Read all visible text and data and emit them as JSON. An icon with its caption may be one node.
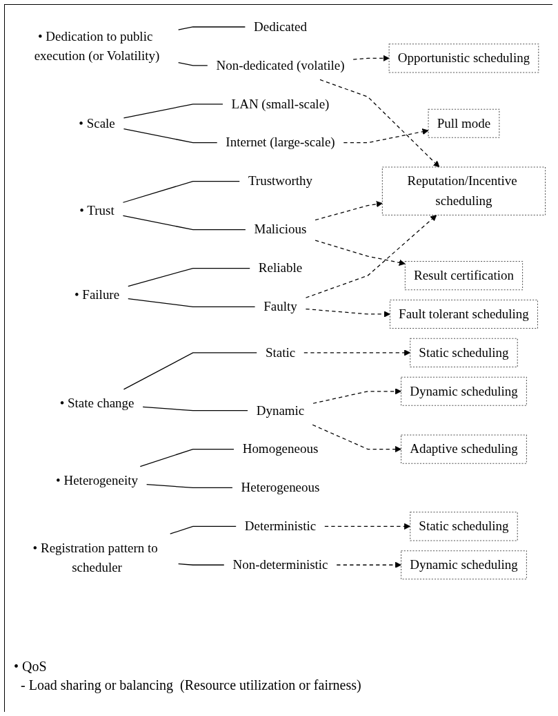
{
  "diagram": {
    "nodes": [
      {
        "text": [
          "• Dedication to public execution (or Volatility)"
        ]
      },
      {
        "text": [
          "Dedicated"
        ]
      },
      {
        "text": [
          "Non-dedicated (volatile)"
        ]
      },
      {
        "text": [
          "Opportunistic scheduling"
        ]
      },
      {
        "text": [
          "Reputation/Incentive scheduling"
        ]
      },
      {
        "text": [
          "• Scale"
        ]
      },
      {
        "text": [
          "LAN (small-scale)"
        ]
      },
      {
        "text": [
          "Internet (large-scale)"
        ]
      },
      {
        "text": [
          "Pull mode"
        ]
      },
      {
        "text": [
          "• State change"
        ]
      },
      {
        "text": [
          "Static"
        ]
      },
      {
        "text": [
          "Dynamic"
        ]
      },
      {
        "text": [
          "Static scheduling"
        ]
      },
      {
        "text": [
          "Dynamic scheduling"
        ]
      },
      {
        "text": [
          "Adaptive scheduling"
        ]
      },
      {
        "text": [
          "• Trust"
        ]
      },
      {
        "text": [
          "Trustworthy"
        ]
      },
      {
        "text": [
          "Malicious"
        ]
      },
      {
        "text": [
          "Result certification"
        ]
      },
      {
        "text": [
          "• Failure"
        ]
      },
      {
        "text": [
          "Reliable"
        ]
      },
      {
        "text": [
          "Faulty"
        ]
      },
      {
        "text": [
          "Fault tolerant scheduling"
        ]
      },
      {
        "text": [
          "• Heterogeneity"
        ]
      },
      {
        "text": [
          "Homogeneous"
        ]
      },
      {
        "text": [
          "Heterogeneous"
        ]
      },
      {
        "text": [
          "• Registration pattern to scheduler"
        ]
      },
      {
        "text": [
          "Deterministic"
        ]
      },
      {
        "text": [
          "Non-deterministic"
        ]
      },
      {
        "text": [
          "Static scheduling"
        ]
      },
      {
        "text": [
          "Dynamic scheduling"
        ]
      }
    ],
    "edges": [
      {
        "from": 0,
        "to": 1,
        "arrow": "none"
      },
      {
        "from": 0,
        "to": 2,
        "arrow": "none"
      },
      {
        "from": 2,
        "to": 3,
        "arrow": "to",
        "style": "dashed"
      },
      {
        "from": 2,
        "to": 4,
        "arrow": "to",
        "style": "dashed"
      },
      {
        "from": 5,
        "to": 6,
        "arrow": "none"
      },
      {
        "from": 5,
        "to": 7,
        "arrow": "none"
      },
      {
        "from": 7,
        "to": 8,
        "arrow": "to",
        "style": "dashed"
      },
      {
        "from": 9,
        "to": 10,
        "arrow": "none"
      },
      {
        "from": 9,
        "to": 11,
        "arrow": "none"
      },
      {
        "from": 10,
        "to": 12,
        "arrow": "to",
        "style": "dashed"
      },
      {
        "from": 11,
        "to": 13,
        "arrow": "to",
        "style": "dashed"
      },
      {
        "from": 11,
        "to": 14,
        "arrow": "to",
        "style": "dashed"
      },
      {
        "from": 15,
        "to": 16,
        "arrow": "none"
      },
      {
        "from": 15,
        "to": 17,
        "arrow": "none"
      },
      {
        "from": 17,
        "to": 4,
        "arrow": "to",
        "style": "dashed"
      },
      {
        "from": 17,
        "to": 18,
        "arrow": "to",
        "style": "dashed"
      },
      {
        "from": 19,
        "to": 20,
        "arrow": "none"
      },
      {
        "from": 19,
        "to": 21,
        "arrow": "none"
      },
      {
        "from": 21,
        "to": 4,
        "arrow": "to",
        "style": "dashed"
      },
      {
        "from": 21,
        "to": 22,
        "arrow": "to",
        "style": "dashed"
      },
      {
        "from": 23,
        "to": 24,
        "arrow": "none"
      },
      {
        "from": 23,
        "to": 25,
        "arrow": "none"
      },
      {
        "from": 26,
        "to": 27,
        "arrow": "none"
      },
      {
        "from": 26,
        "to": 28,
        "arrow": "none"
      },
      {
        "from": 27,
        "to": 29,
        "arrow": "to",
        "style": "dashed"
      },
      {
        "from": 28,
        "to": 30,
        "arrow": "to",
        "style": "dashed"
      }
    ],
    "labels": [
      "• QoS",
      "- Load sharing or balancing  (Resource utilization or fairness)"
    ]
  }
}
